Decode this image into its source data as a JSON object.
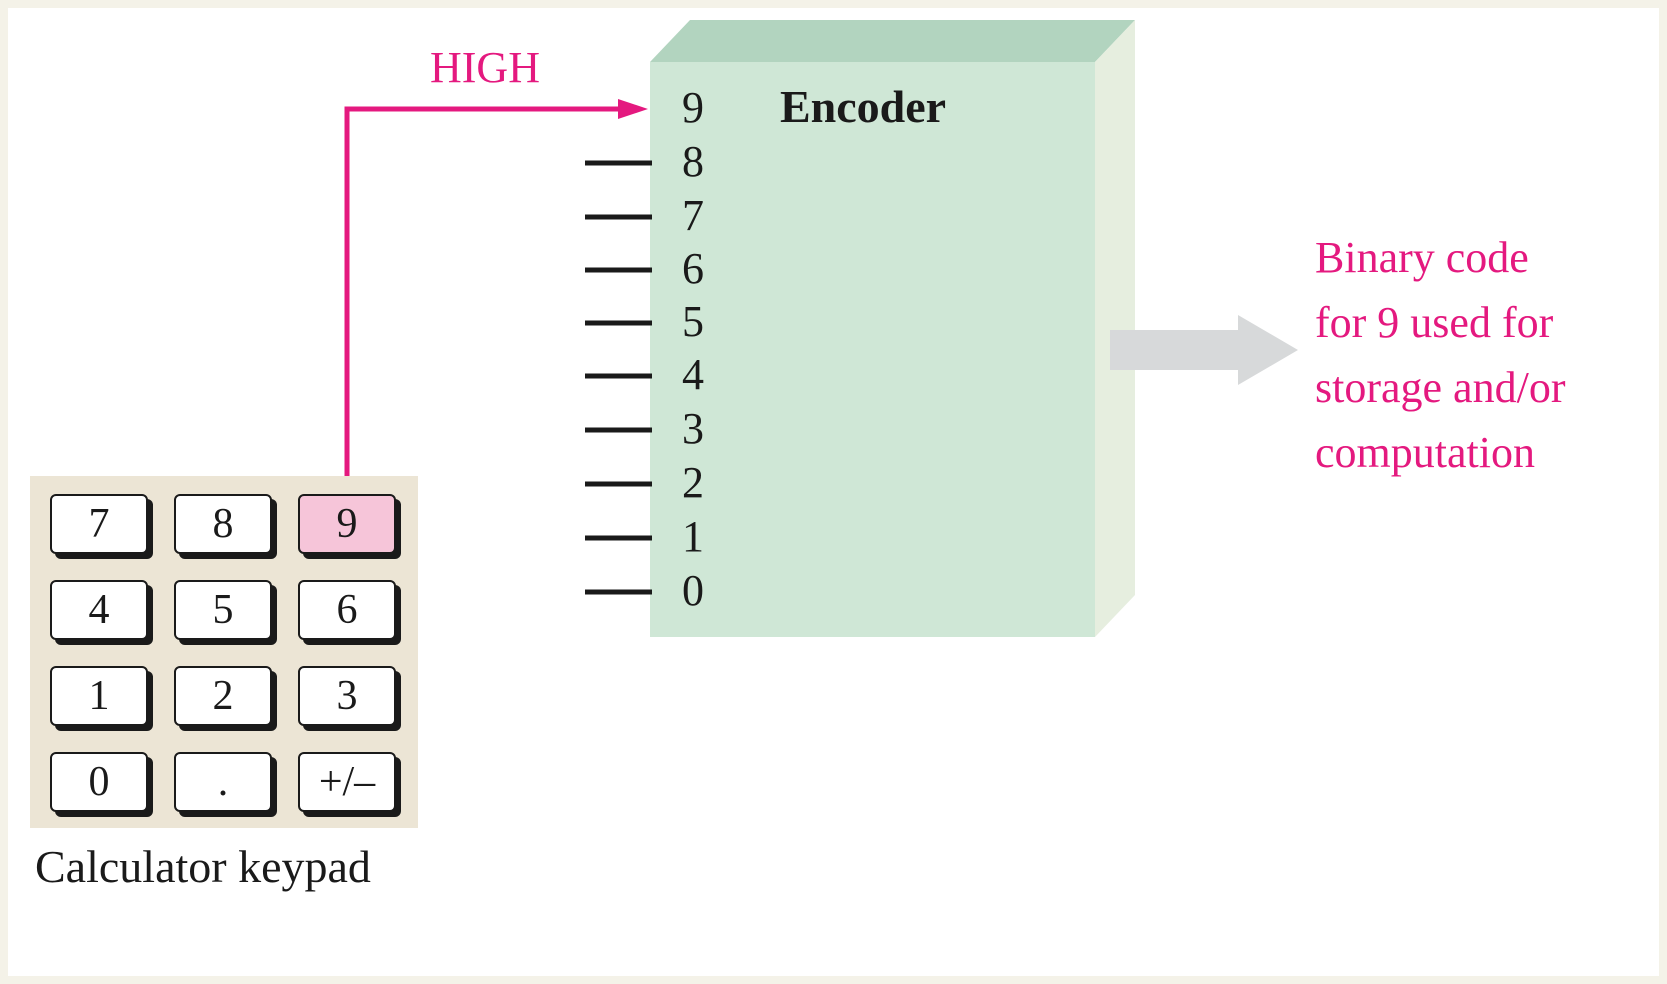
{
  "diagram": {
    "input_label": "HIGH",
    "encoder": {
      "title": "Encoder",
      "inputs": [
        "9",
        "8",
        "7",
        "6",
        "5",
        "4",
        "3",
        "2",
        "1",
        "0"
      ]
    },
    "output_label": [
      "Binary code",
      "for 9 used for",
      "storage and/or",
      "computation"
    ],
    "keypad": {
      "caption": "Calculator keypad",
      "keys": [
        "7",
        "8",
        "9",
        "4",
        "5",
        "6",
        "1",
        "2",
        "3",
        "0",
        ".",
        "+/–"
      ],
      "pressed_key": "9"
    },
    "colors": {
      "signal": "#e4197f",
      "encoder_front": "#cfe7d6",
      "encoder_top": "#b2d4bf",
      "encoder_side": "#e6eedf",
      "output_arrow": "#d7d9da",
      "pressed_key": "#f6c5d9",
      "keypad_bg": "#ece5d5"
    }
  }
}
